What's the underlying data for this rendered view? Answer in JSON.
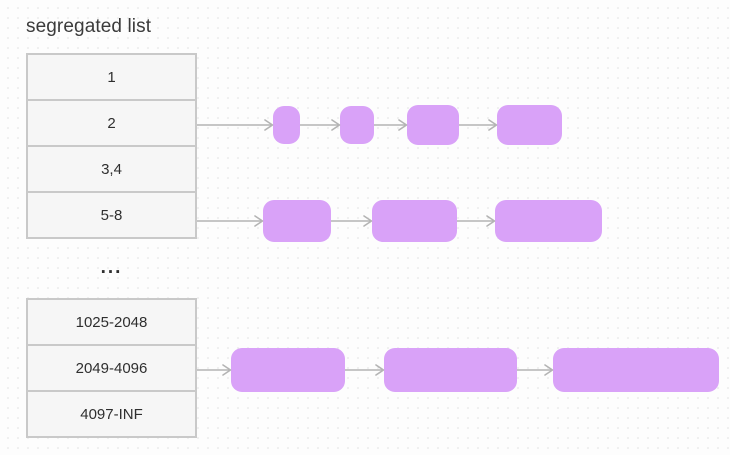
{
  "diagram": {
    "title": "segregated list",
    "ellipsis": "...",
    "colors": {
      "block_fill": "#d9a2f8",
      "cell_fill": "#f6f6f6",
      "cell_border": "#c9c9c9",
      "arrow": "#b4b4b4",
      "text": "#2f2f2f",
      "background": "#fdfdfd",
      "grid_dot": "#d0d0d0"
    },
    "size_classes_upper": [
      {
        "label": "1"
      },
      {
        "label": "2"
      },
      {
        "label": "3,4"
      },
      {
        "label": "5-8"
      }
    ],
    "size_classes_lower": [
      {
        "label": "1025-2048"
      },
      {
        "label": "2049-4096"
      },
      {
        "label": "4097-INF"
      }
    ],
    "chains": [
      {
        "from_class": "2",
        "blocks": [
          {
            "width": 27,
            "height": 38
          },
          {
            "width": 34,
            "height": 38
          },
          {
            "width": 52,
            "height": 40
          },
          {
            "width": 65,
            "height": 40
          }
        ],
        "arrows": [
          76,
          40,
          33,
          38
        ]
      },
      {
        "from_class": "5-8",
        "blocks": [
          {
            "width": 68,
            "height": 42
          },
          {
            "width": 85,
            "height": 42
          },
          {
            "width": 107,
            "height": 42
          }
        ],
        "arrows": [
          66,
          41,
          38
        ]
      },
      {
        "from_class": "2049-4096",
        "blocks": [
          {
            "width": 114,
            "height": 44
          },
          {
            "width": 133,
            "height": 44
          },
          {
            "width": 166,
            "height": 44
          }
        ],
        "arrows": [
          34,
          39,
          36
        ]
      }
    ]
  }
}
